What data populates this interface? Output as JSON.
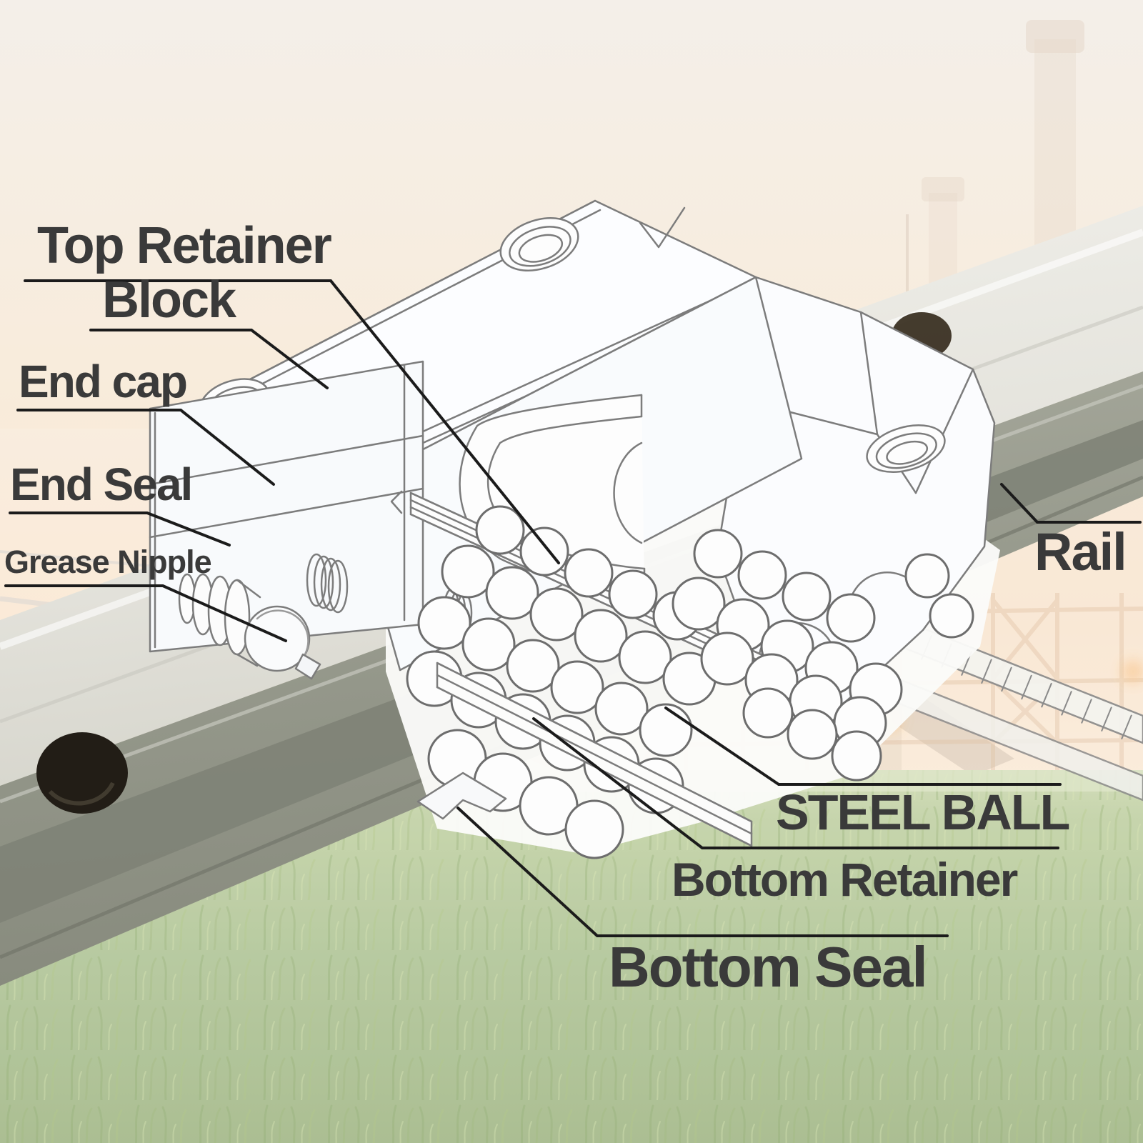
{
  "labels": {
    "top_retainer": "Top Retainer",
    "block": "Block",
    "end_cap": "End cap",
    "end_seal": "End Seal",
    "grease_nipple": "Grease Nipple",
    "rail": "Rail",
    "steel_ball": "STEEL BALL",
    "bottom_retainer": "Bottom Retainer",
    "bottom_seal": "Bottom Seal"
  },
  "colors": {
    "label_text": "#3a3a3a",
    "leader_line": "#1b1b1b",
    "line_art": "#7c7c7c",
    "sky_warm": "#fbe7d2",
    "grass_green": "#a8bd85",
    "rail_top": "#e9e9e4",
    "rail_side": "#999c90"
  }
}
